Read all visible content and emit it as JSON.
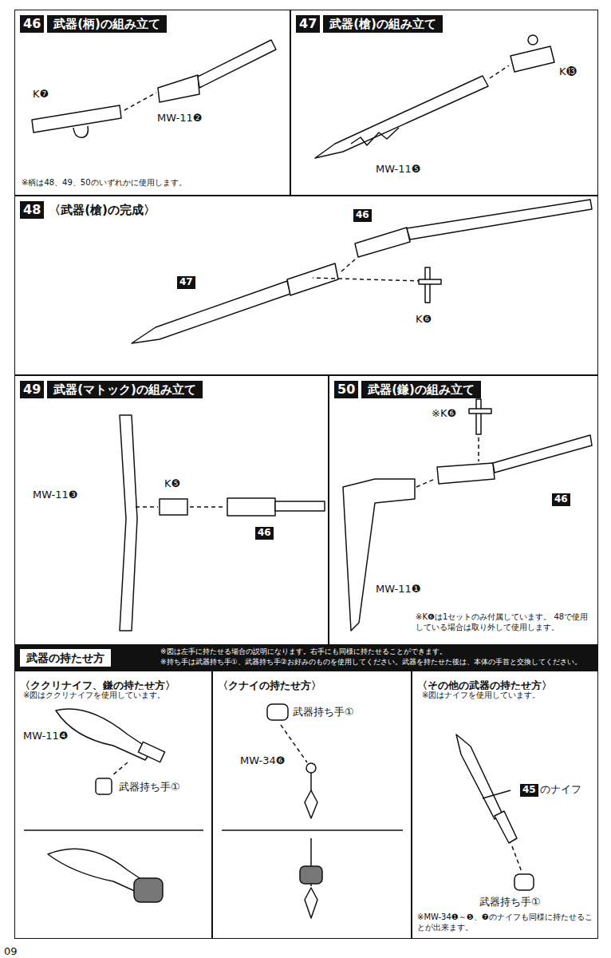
{
  "diagram": {
    "nodes": [
      {
        "text": [
          "46",
          "武器(柄)の組み立て"
        ]
      },
      {
        "text": [
          "47",
          "武器(槍)の組み立て"
        ]
      },
      {
        "text": [
          "48",
          "〈武器(槍)の完成〉"
        ]
      },
      {
        "text": [
          "49",
          "武器(マトック)の組み立て"
        ]
      },
      {
        "text": [
          "50",
          "武器(鎌)の組み立て"
        ]
      },
      {
        "text": [
          "武器の持たせ方"
        ]
      },
      {
        "text": [
          "〈ククリナイフ、鎌の持たせ方〉"
        ]
      },
      {
        "text": [
          "〈クナイの持たせ方〉"
        ]
      },
      {
        "text": [
          "〈その他の武器の持たせ方〉"
        ]
      }
    ],
    "labels": [
      "※柄は48、49、50のいずれかに使用します。",
      "K❼",
      "MW-11❷",
      "K⓭",
      "MW-11❺",
      "46",
      "47",
      "K❻",
      "MW-11❸",
      "K❺",
      "46",
      "※K❻",
      "46",
      "MW-11❶",
      "※K❻は1セットのみ付属しています。 48で使用している場合は取り外して使用します。",
      "※図は左手に持たせる場合の説明になります。右手にも同様に持たせることができます。",
      "※持ち手は武器持ち手①、武器持ち手②お好みのものを使用してください。武器を持たせた後は、本体の手首と交換してください。",
      "※図はククリナイフを使用しています。",
      "MW-11❹",
      "武器持ち手①",
      "武器持ち手①",
      "MW-34❻",
      "※図はナイフを使用しています。",
      "45",
      "のナイフ",
      "武器持ち手①",
      "※MW-34❶～❺、❼のナイフも同様に持たせることが出来ます。",
      "09"
    ]
  }
}
